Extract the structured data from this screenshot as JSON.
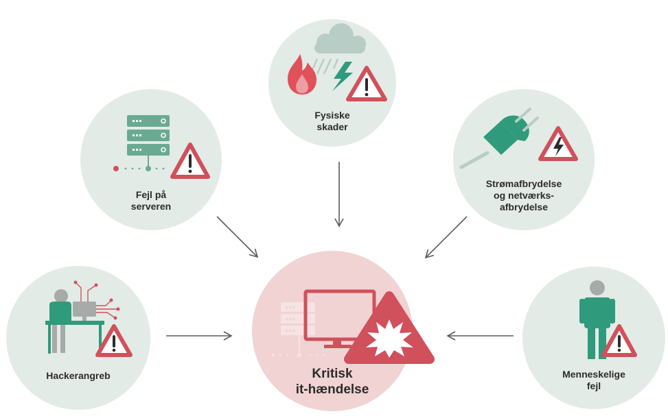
{
  "nodes": {
    "physical": {
      "line1": "Fysiske",
      "line2": "skader"
    },
    "server": {
      "line1": "Fejl på",
      "line2": "serveren"
    },
    "power": {
      "line1": "Strømafbrydelse",
      "line2": "og netværks-",
      "line3": "afbrydelse"
    },
    "hacker": {
      "line1": "Hackerangreb"
    },
    "human": {
      "line1": "Menneskelige",
      "line2": "fejl"
    },
    "center": {
      "line1": "Kritisk",
      "line2": "it-hændelse"
    }
  },
  "colors": {
    "circle": "#e3ebe6",
    "center_circle": "#f1d3d3",
    "accent_green": "#2f9a7c",
    "server_green": "#6aaa92",
    "warning_red": "#d0505b",
    "grey": "#a6aaa8",
    "cloud": "#b8cdc5",
    "fire": "#e0515a",
    "arrow": "#5a5a5a"
  }
}
